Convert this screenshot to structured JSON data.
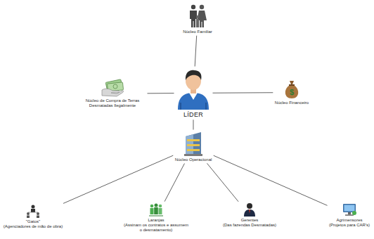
{
  "diagram": {
    "nodes": [
      {
        "text": [
          "Núcleo Familiar"
        ]
      },
      {
        "text": [
          "LÍDER"
        ]
      },
      {
        "text": [
          "Núcleo de Compra de Terras Desmatadas Ilegalmente"
        ]
      },
      {
        "text": [
          "Núcleo Financeiro"
        ]
      },
      {
        "text": [
          "Núcleo Operacional"
        ]
      },
      {
        "text": [
          "\"Gatos\"",
          "(Agenciadores de mão de obra)"
        ]
      },
      {
        "text": [
          "Laranjas",
          "(Assinam os contratos e assumem o desmatamento)"
        ]
      },
      {
        "text": [
          "Gerentes",
          "(Das fazendas Desmatadas)"
        ]
      },
      {
        "text": [
          "Agrimensores",
          "(Projetos para CAR's)"
        ]
      }
    ],
    "edges": [
      {
        "from": 1,
        "to": 0,
        "arrow": "none"
      },
      {
        "from": 1,
        "to": 2,
        "arrow": "none"
      },
      {
        "from": 1,
        "to": 3,
        "arrow": "none"
      },
      {
        "from": 1,
        "to": 4,
        "arrow": "none"
      },
      {
        "from": 4,
        "to": 5,
        "arrow": "none"
      },
      {
        "from": 4,
        "to": 6,
        "arrow": "none"
      },
      {
        "from": 4,
        "to": 7,
        "arrow": "none"
      },
      {
        "from": 4,
        "to": 8,
        "arrow": "none"
      }
    ]
  }
}
